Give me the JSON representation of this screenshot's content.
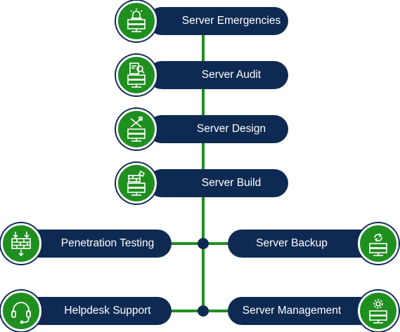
{
  "colors": {
    "navy": "#0e2a52",
    "green": "#1f8f1f",
    "white": "#ffffff"
  },
  "nodes": [
    {
      "label": "Server Emergencies",
      "icon": "server-alarm-icon"
    },
    {
      "label": "Server Audit",
      "icon": "server-audit-icon"
    },
    {
      "label": "Server Design",
      "icon": "server-design-icon"
    },
    {
      "label": "Server Build",
      "icon": "server-build-icon"
    },
    {
      "label": "Penetration Testing",
      "icon": "firewall-icon"
    },
    {
      "label": "Server Backup",
      "icon": "server-backup-icon"
    },
    {
      "label": "Helpdesk Support",
      "icon": "headset-icon"
    },
    {
      "label": "Server Management",
      "icon": "server-management-icon"
    }
  ]
}
